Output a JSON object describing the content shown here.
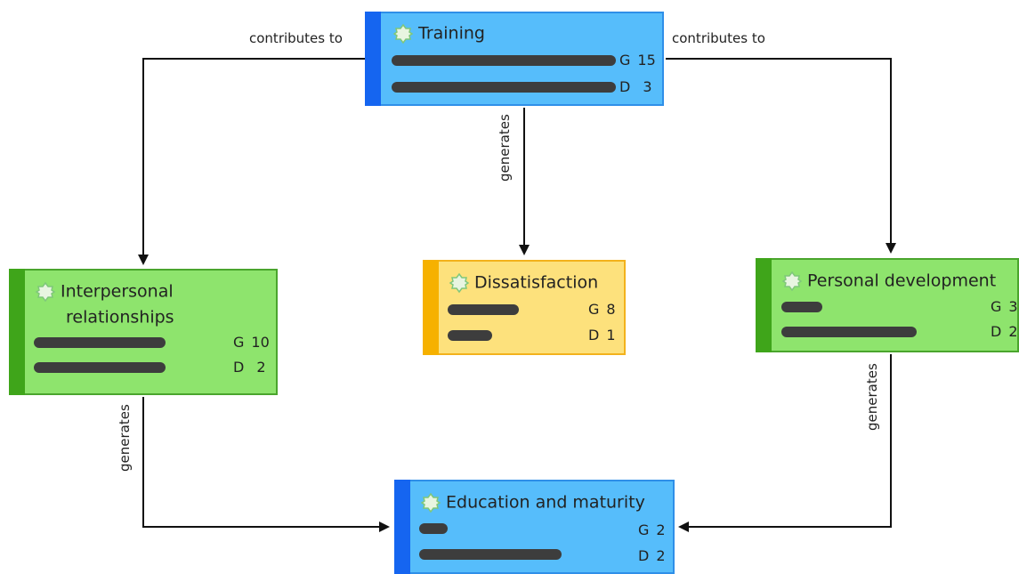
{
  "nodes": {
    "training": {
      "title": "Training",
      "metrics": [
        {
          "key": "G",
          "value": "15"
        },
        {
          "key": "D",
          "value": "3"
        }
      ]
    },
    "interpersonal": {
      "title_line1": "Interpersonal",
      "title_line2": "relationships",
      "metrics": [
        {
          "key": "G",
          "value": "10"
        },
        {
          "key": "D",
          "value": "2"
        }
      ]
    },
    "dissatisfaction": {
      "title": "Dissatisfaction",
      "metrics": [
        {
          "key": "G",
          "value": "8"
        },
        {
          "key": "D",
          "value": "1"
        }
      ]
    },
    "personal": {
      "title": "Personal development",
      "metrics": [
        {
          "key": "G",
          "value": "3"
        },
        {
          "key": "D",
          "value": "2"
        }
      ]
    },
    "education": {
      "title": "Education and maturity",
      "metrics": [
        {
          "key": "G",
          "value": "2"
        },
        {
          "key": "D",
          "value": "2"
        }
      ]
    }
  },
  "edges": {
    "training_to_interpersonal": "contributes to",
    "training_to_personal": "contributes to",
    "training_to_dissatisfaction": "generates",
    "interpersonal_to_education": "generates",
    "personal_to_education": "generates"
  },
  "colors": {
    "blue_fill": "#56bdfb",
    "blue_stripe": "#1565f0",
    "green_fill": "#8ee46d",
    "green_stripe": "#3fa51a",
    "yellow_fill": "#fde17c",
    "yellow_stripe": "#f6b100",
    "bar": "#3d3d3d"
  }
}
